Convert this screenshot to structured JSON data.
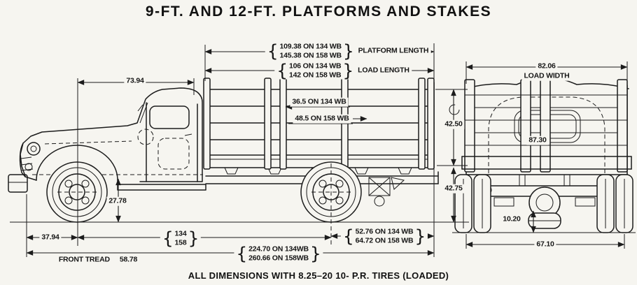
{
  "title": "9-FT. AND 12-FT. PLATFORMS AND STAKES",
  "footer_note": "ALL DIMENSIONS WITH 8.25–20 10- P.R. TIRES (LOADED)",
  "glyphs": {
    "brace_open": "{",
    "brace_close": "}"
  },
  "side_view": {
    "cab_to_axle": "73.94",
    "platform_length": {
      "line1": "109.38 ON 134 WB",
      "line2": "145.38 ON 158 WB",
      "label": "PLATFORM LENGTH"
    },
    "load_length": {
      "line1": "106 ON 134 WB",
      "line2": "142 ON 158 WB",
      "label": "LOAD LENGTH"
    },
    "mid_section": {
      "line1": "36.5 ON 134 WB",
      "line2": "48.5 ON 158 WB"
    },
    "stake_height": "42.50",
    "platform_height": "42.75",
    "frame_height": "27.78",
    "front_overhang": "37.94",
    "wheelbase": {
      "line1": "134",
      "line2": "158"
    },
    "rear_overhang": {
      "line1": "52.76 ON 134 WB",
      "line2": "64.72 ON 158 WB"
    },
    "overall_length": {
      "line1": "224.70 ON 134WB",
      "line2": "260.66 ON 158WB"
    },
    "front_tread": {
      "label": "FRONT TREAD",
      "value": "58.78"
    }
  },
  "rear_view": {
    "load_width": {
      "value": "82.06",
      "label": "LOAD WIDTH"
    },
    "inner_width": "87.30",
    "ground_clearance": "10.20",
    "rear_tread": "67.10"
  }
}
